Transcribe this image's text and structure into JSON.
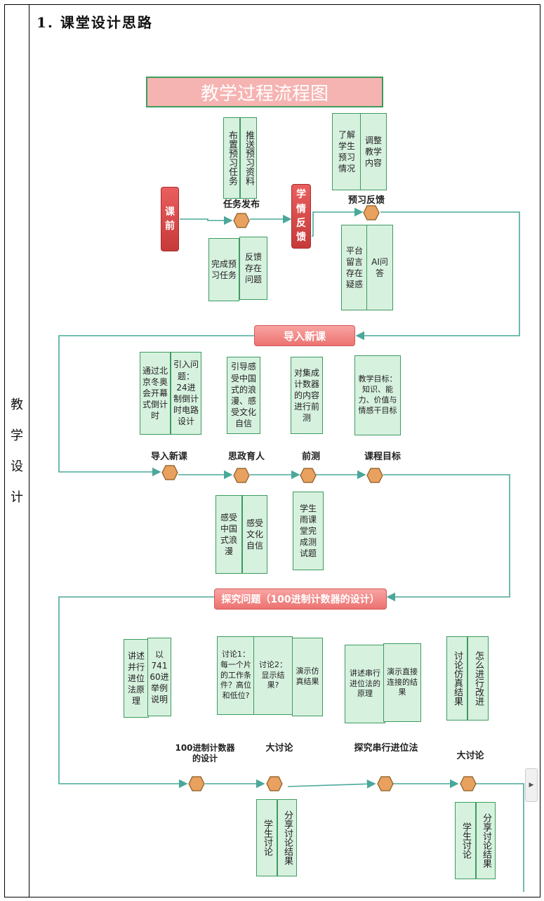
{
  "side_label": [
    "教",
    "学",
    "设",
    "计"
  ],
  "heading": "1. 课堂设计思路",
  "flow": {
    "title": "教学过程流程图",
    "pre_class": {
      "start_label": "课\n前",
      "feedback_label": "学\n情\n反\n馈",
      "task_release_label": "任务发布",
      "preview_feedback_label": "预习反馈",
      "boxes": {
        "assign": "布置预习任务",
        "push": "推送预习资料",
        "complete": "完成预习任务",
        "feedback_issues": "反馈存在问题",
        "understand": "了解\n学生\n预习\n情况",
        "adjust": "调整\n教学\n内容",
        "platform": "平台\n留言\n存在\n疑惑",
        "ai": "AI问\n答"
      }
    },
    "intro": {
      "bar": "导入新课",
      "boxes": {
        "olympics": "通过北\n京冬奥\n会开幕\n式倒计\n时",
        "question": "引入问\n题：\n24进\n制倒计\n时电路\n设计",
        "guide": "引导感\n受中国\n式的浪\n漫、感\n受文化\n自信",
        "pretest": "对集成\n计数器\n的内容\n进行前\n测",
        "goals": "教学目标：\n知识、能\n力、价值与\n情感干目标",
        "feel_romance": "感受\n中国\n式浪\n漫",
        "feel_culture": "感受\n文化\n自信",
        "rain_class": "学生\n雨课\n堂完\n成测\n试题"
      },
      "nodes": [
        "导入新课",
        "思政育人",
        "前测",
        "课程目标"
      ]
    },
    "explore": {
      "bar": "探究问题（100进制计数器的设计）",
      "boxes": {
        "parallel": "讲述\n并行\n进位\n法原\n理",
        "example": "以\n741\n60进\n举例\n说明",
        "discuss1": "讨论1：\n每一个片\n的工作条\n件？高位\n和低位?",
        "discuss2": "讨论2：\n显示结\n果?",
        "demo1": "演示仿\n真结果",
        "serial": "讲述串行\n进位法的\n原理",
        "demo2": "演示直接\n连接的结\n果",
        "discuss_sim": "讨论仿真结果",
        "improve": "怎么进行改进",
        "student_discuss1": "学生讨论",
        "share1": "分享讨论结果",
        "student_discuss2": "学生讨论",
        "share2": "分享讨论结果"
      },
      "nodes": [
        "100进制计数器\n的设计",
        "大讨论",
        "探究串行进位法",
        "大讨论"
      ]
    }
  },
  "colors": {
    "box_fill": "#d7f1df",
    "box_border": "#3c9b5e",
    "connector": "#4aa89a",
    "hex_fill": "#e8a15e",
    "bar_fill": "#ec7270"
  }
}
